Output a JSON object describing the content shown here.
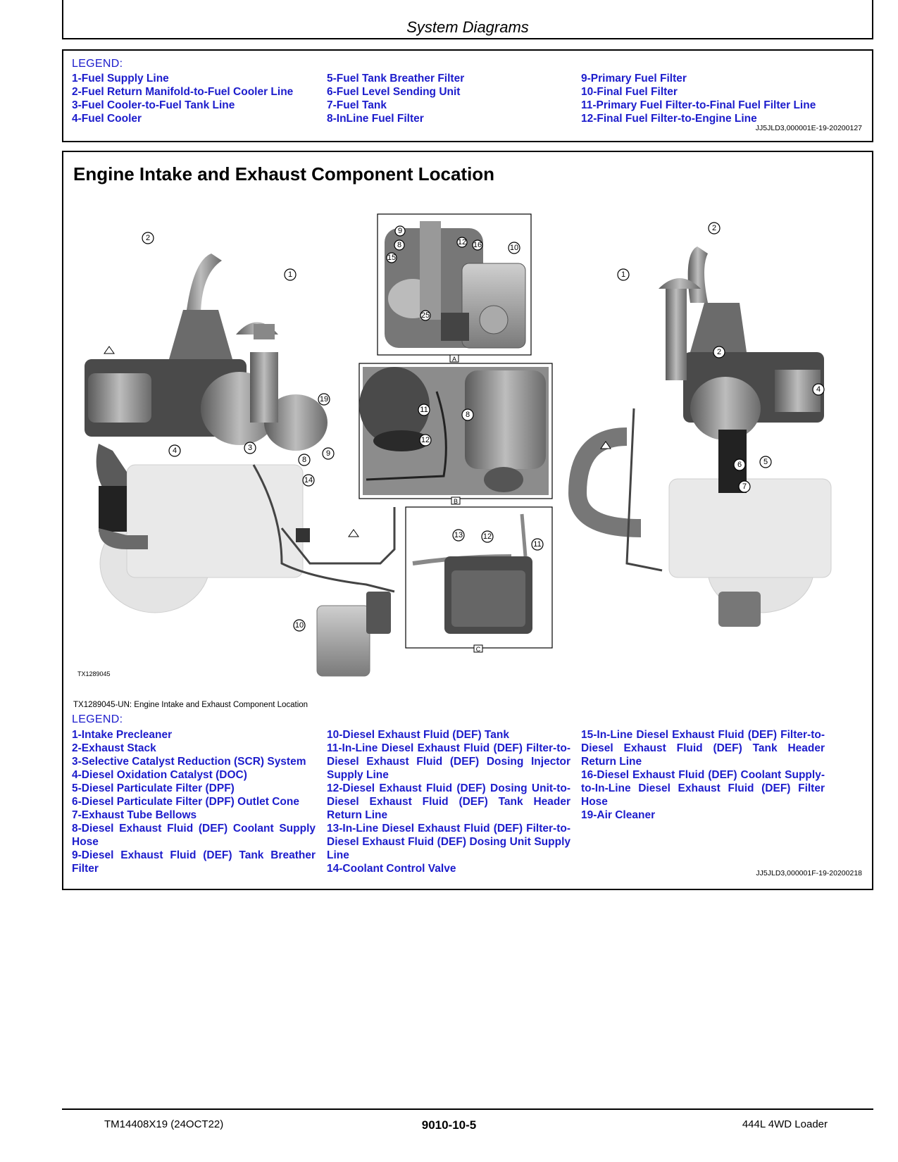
{
  "header": {
    "section_title": "System Diagrams"
  },
  "fuel_legend": {
    "heading": "LEGEND:",
    "col1": [
      "1-Fuel Supply Line",
      "2-Fuel Return Manifold-to-Fuel Cooler Line",
      "3-Fuel Cooler-to-Fuel Tank Line",
      "4-Fuel Cooler"
    ],
    "col2": [
      "5-Fuel Tank Breather Filter",
      "6-Fuel Level Sending Unit",
      "7-Fuel Tank",
      "8-InLine Fuel Filter"
    ],
    "col3": [
      "9-Primary Fuel Filter",
      "10-Final Fuel Filter",
      "11-Primary Fuel Filter-to-Final Fuel Filter Line",
      "12-Final Fuel Filter-to-Engine Line"
    ],
    "ref": "JJ5JLD3,000001E-19-20200127"
  },
  "intake_section": {
    "title": "Engine Intake and Exhaust Component Location",
    "figure_id": "TX1289045",
    "caption": "TX1289045-UN: Engine Intake and Exhaust Component Location",
    "legend_heading": "LEGEND:",
    "col1": [
      "1-Intake Precleaner",
      "2-Exhaust Stack",
      "3-Selective Catalyst Reduction (SCR) System",
      "4-Diesel Oxidation Catalyst (DOC)",
      "5-Diesel Particulate Filter (DPF)",
      "6-Diesel Particulate Filter (DPF) Outlet Cone",
      "7-Exhaust Tube Bellows",
      "8-Diesel Exhaust Fluid (DEF) Coolant Supply Hose",
      "9-Diesel Exhaust Fluid (DEF) Tank Breather Filter"
    ],
    "col2": [
      "10-Diesel Exhaust Fluid (DEF) Tank",
      "11-In-Line Diesel Exhaust Fluid (DEF) Filter-to-Diesel Exhaust Fluid (DEF) Dosing Injector Supply Line",
      "12-Diesel Exhaust Fluid (DEF) Dosing Unit-to-Diesel Exhaust Fluid (DEF) Tank Header Return Line",
      "13-In-Line Diesel Exhaust Fluid (DEF) Filter-to-Diesel Exhaust Fluid (DEF) Dosing Unit Supply Line",
      "14-Coolant Control Valve"
    ],
    "col3": [
      "15-In-Line Diesel Exhaust Fluid (DEF) Filter-to-Diesel Exhaust Fluid (DEF) Tank Header Return Line",
      "16-Diesel Exhaust Fluid (DEF) Coolant Supply-to-In-Line Diesel Exhaust Fluid (DEF) Filter Hose",
      "19-Air Cleaner"
    ],
    "ref": "JJ5JLD3,000001F-19-20200218",
    "view_labels": [
      "A",
      "B",
      "C"
    ]
  },
  "footer": {
    "left": "TM14408X19 (24OCT22)",
    "center": "9010-10-5",
    "right": "444L 4WD Loader"
  }
}
